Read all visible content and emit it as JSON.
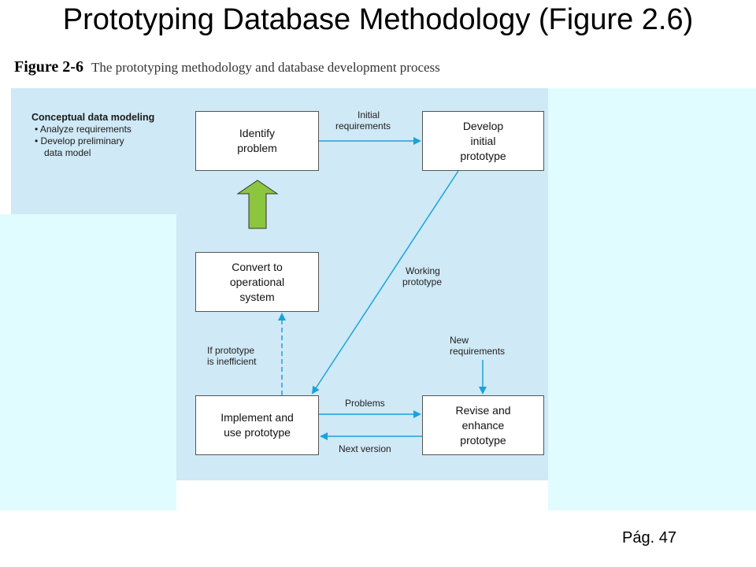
{
  "slide": {
    "title": "Prototyping Database Methodology (Figure 2.6)",
    "page_number": "Pág. 47"
  },
  "figure": {
    "number": "Figure 2-6",
    "caption": "The prototyping methodology and database development process"
  },
  "conceptual": {
    "heading": "Conceptual data modeling",
    "bullet1": "• Analyze requirements",
    "bullet2a": "• Develop preliminary",
    "bullet2b": "data model"
  },
  "boxes": {
    "identify": [
      "Identify",
      "problem"
    ],
    "develop": [
      "Develop",
      "initial",
      "prototype"
    ],
    "convert": [
      "Convert to",
      "operational",
      "system"
    ],
    "implement": [
      "Implement and",
      "use prototype"
    ],
    "revise": [
      "Revise and",
      "enhance",
      "prototype"
    ]
  },
  "labels": {
    "initial_requirements": [
      "Initial",
      "requirements"
    ],
    "working_prototype": [
      "Working",
      "prototype"
    ],
    "new_requirements": [
      "New",
      "requirements"
    ],
    "if_inefficient": [
      "If prototype",
      "is inefficient"
    ],
    "problems": "Problems",
    "next_version": "Next version"
  },
  "colors": {
    "diagram_background": "#cfe9f6",
    "cover_panels": "#e1fcff",
    "arrow": "#1aa3d9",
    "up_arrow_fill": "#8cc63f"
  },
  "icons": {
    "green_arrow": "arrow-up-icon"
  }
}
